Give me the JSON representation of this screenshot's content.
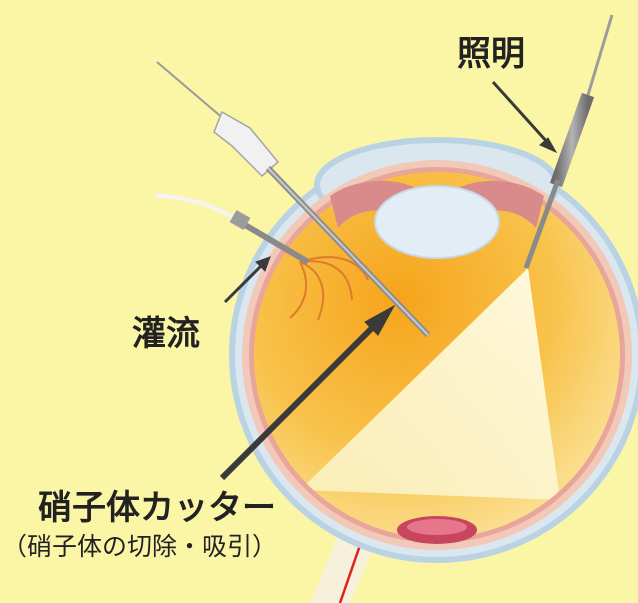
{
  "labels": {
    "illumination": "照明",
    "irrigation": "灌流",
    "cutter": "硝子体カッター",
    "cutter_sub": "（硝子体の切除・吸引）"
  },
  "colors": {
    "background": "#fbf6a6",
    "sclera_outline": "#b9d3e4",
    "eye_wall": "#f2c9b9",
    "choroid": "#e8a59a",
    "vitreous": "#f7b62e",
    "light_beam": "#fbf6cf",
    "lens": "#e3edf5",
    "arrow": "#3a3a3a",
    "optic_nerve_line": "#e0201c"
  },
  "icons": [
    "illumination-probe-icon",
    "irrigation-cannula-icon",
    "vitreous-cutter-icon",
    "pointer-arrow-icon"
  ]
}
